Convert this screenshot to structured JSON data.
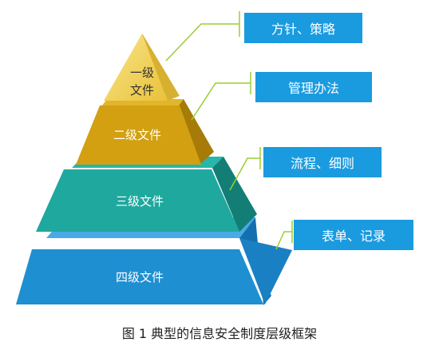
{
  "tiers": [
    {
      "label": "四级文件",
      "color": "#1e8fd1"
    },
    {
      "label": "三级文件",
      "color": "#1fa89e"
    },
    {
      "label": "二级文件",
      "color": "#d2a011"
    },
    {
      "label_line1": "一级",
      "label_line2": "文件",
      "color": "#f6d561"
    }
  ],
  "callouts": [
    "方针、策略",
    "管理办法",
    "流程、细则",
    "表单、记录"
  ],
  "connector_color": "#9acd32",
  "caption": "图 1  典型的信息安全制度层级框架"
}
